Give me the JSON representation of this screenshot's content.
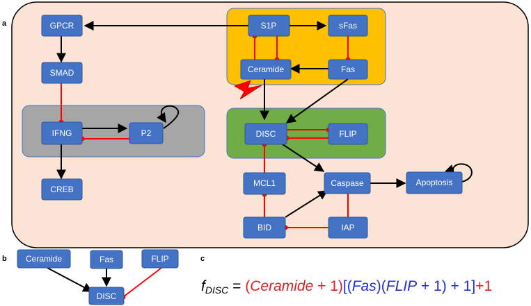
{
  "panels": {
    "a": "a",
    "b": "b",
    "c": "c"
  },
  "nodes": {
    "gpcr": "GPCR",
    "smad": "SMAD",
    "ifng": "IFNG",
    "p2": "P2",
    "creb": "CREB",
    "s1p": "S1P",
    "sfas": "sFas",
    "ceramide": "Ceramide",
    "fas": "Fas",
    "disc": "DISC",
    "flip": "FLIP",
    "mcl1": "MCL1",
    "caspase": "Caspase",
    "apoptosis": "Apoptosis",
    "bid": "BID",
    "iap": "IAP"
  },
  "subnodes": {
    "ceramide": "Ceramide",
    "fas": "Fas",
    "flip": "FLIP",
    "disc": "DISC"
  },
  "formula": {
    "f": "f",
    "sub": "DISC",
    "eq": " = ",
    "open1": "(",
    "ceramide": "Ceramide",
    "plus1": " + 1)",
    "bracket_open": "[",
    "open2": "(",
    "fas": "Fas",
    "close2": ")",
    "open3": "(",
    "flip": "FLIP",
    "plus3": " + 1)",
    "plus4": " + 1",
    "bracket_close": "]",
    "plus5": "+1"
  },
  "colors": {
    "background_panel": "#fbe4d6",
    "sphingolipid_box": "#ffc000",
    "disc_box": "#70ad47",
    "ifng_box": "#a6a6a6",
    "node_fill": "#4472c4",
    "node_border": "#2f5597",
    "activation": "#000000",
    "inhibition": "#ff0000"
  },
  "icons": {
    "lightning": "lightning-bolt-icon"
  }
}
